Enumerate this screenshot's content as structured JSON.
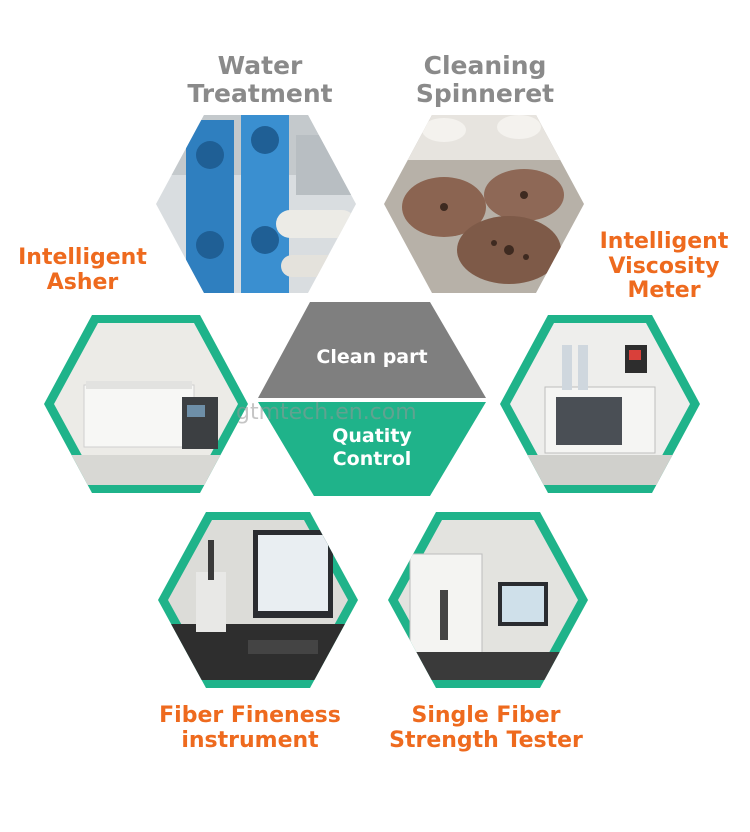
{
  "colors": {
    "accent_teal": "#1fb38a",
    "label_orange": "#ee6a1e",
    "label_grey": "#8a8a8a",
    "center_grey": "#7f7f7f"
  },
  "labels": {
    "water_treatment": [
      "Water",
      "Treatment"
    ],
    "cleaning_spinneret": [
      "Cleaning",
      "Spinneret"
    ],
    "intelligent_asher": [
      "Intelligent",
      "Asher"
    ],
    "intelligent_viscosity_meter": [
      "Intelligent",
      "Viscosity",
      "Meter"
    ],
    "fiber_fineness_instrument": [
      "Fiber Fineness",
      "instrument"
    ],
    "single_fiber_strength_tester": [
      "Single Fiber",
      "Strength Tester"
    ]
  },
  "center": {
    "top_label": "Clean part",
    "bottom_label": [
      "Quatity",
      "Control"
    ]
  },
  "watermark": "gtmtech.en.com"
}
